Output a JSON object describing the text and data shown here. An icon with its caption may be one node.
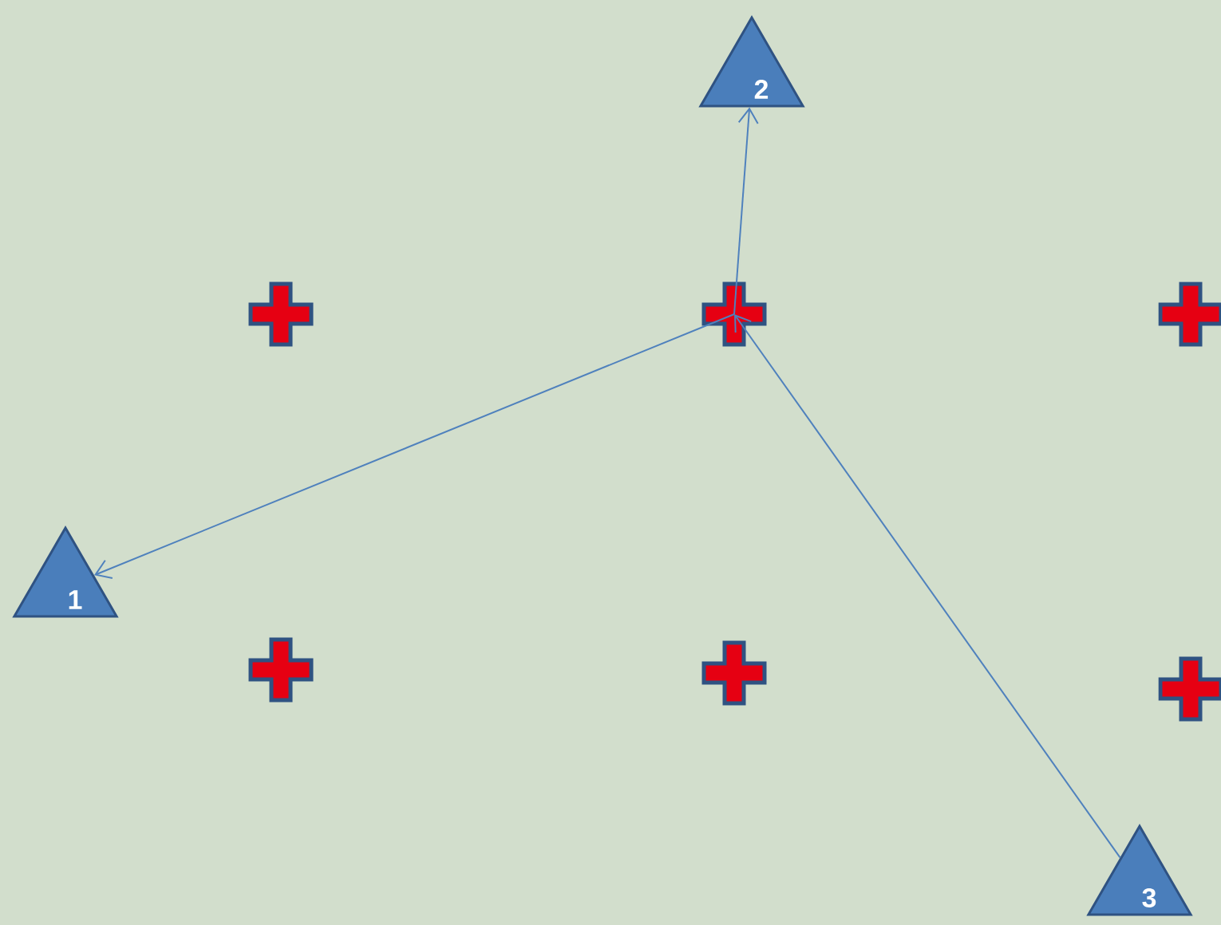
{
  "diagram": {
    "nodes": [
      {
        "text": [
          "2"
        ]
      },
      {
        "text": [],
        "shape": "cross"
      },
      {
        "text": [],
        "shape": "cross"
      },
      {
        "text": [],
        "shape": "cross"
      },
      {
        "text": [
          "1"
        ]
      },
      {
        "text": [],
        "shape": "cross"
      },
      {
        "text": [],
        "shape": "cross"
      },
      {
        "text": [],
        "shape": "cross"
      },
      {
        "text": [
          "3"
        ]
      }
    ],
    "edges": [
      {
        "from": 2,
        "to": 4,
        "arrow": "to"
      },
      {
        "from": 2,
        "to": 0,
        "arrow": "to"
      },
      {
        "from": 8,
        "to": 2,
        "arrow": "to"
      }
    ]
  }
}
